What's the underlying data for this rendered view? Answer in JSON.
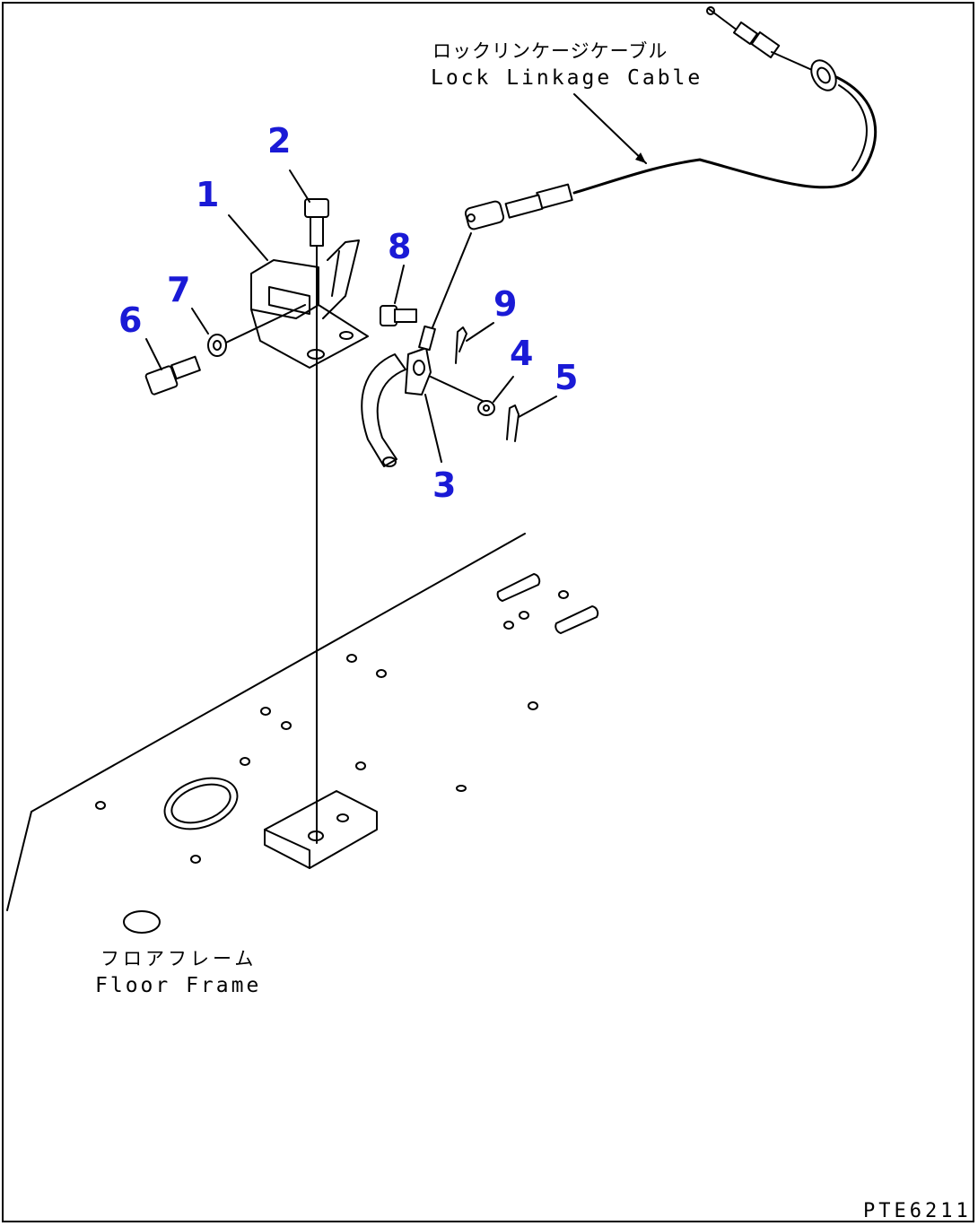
{
  "colors": {
    "callout": "#1a1ad6",
    "line": "#000000",
    "background": "#ffffff"
  },
  "callouts": {
    "c1": "1",
    "c2": "2",
    "c3": "3",
    "c4": "4",
    "c5": "5",
    "c6": "6",
    "c7": "7",
    "c8": "8",
    "c9": "9"
  },
  "labels": {
    "cable_jp": "ロックリンケージケーブル",
    "cable_en": "Lock Linkage Cable",
    "floor_jp": "フロアフレーム",
    "floor_en": "Floor Frame"
  },
  "drawing_code": "PTE6211"
}
